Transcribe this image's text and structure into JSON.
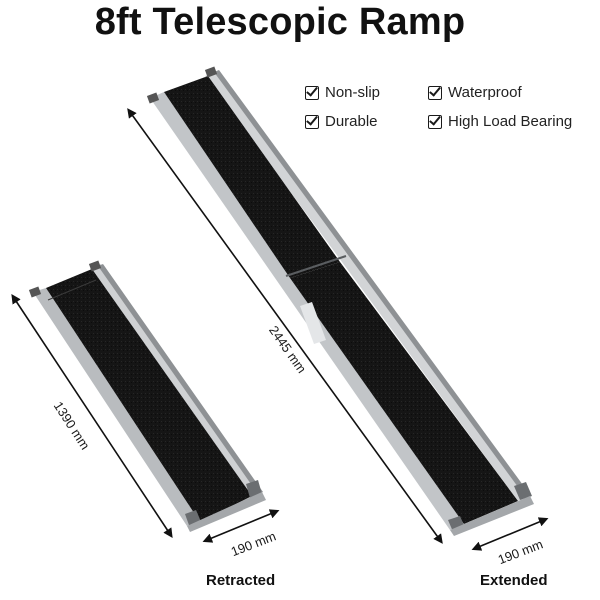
{
  "title": "8ft Telescopic Ramp",
  "features": [
    {
      "label": "Non-slip",
      "icon": "checkbox-checked-icon"
    },
    {
      "label": "Waterproof",
      "icon": "checkbox-checked-icon"
    },
    {
      "label": "Durable",
      "icon": "checkbox-checked-icon"
    },
    {
      "label": "High Load Bearing",
      "icon": "checkbox-checked-icon"
    }
  ],
  "retracted": {
    "length_label": "1390 mm",
    "width_label": "190 mm",
    "caption": "Retracted"
  },
  "extended": {
    "length_label": "2445 mm",
    "width_label": "190 mm",
    "caption": "Extended"
  },
  "colors": {
    "tread": "#141414",
    "aluminum": "#c9cbcd",
    "aluminum_dark": "#8e9194",
    "text": "#111111"
  }
}
